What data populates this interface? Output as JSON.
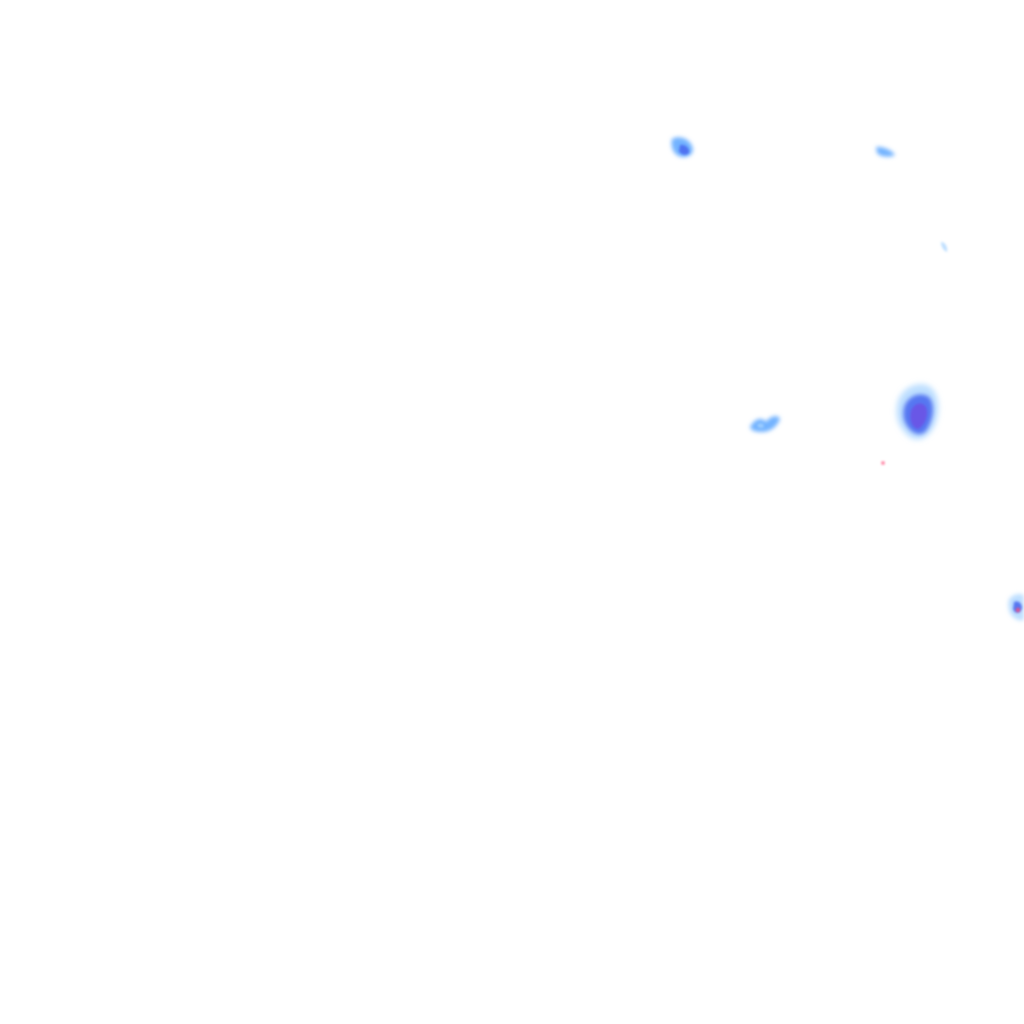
{
  "map": {
    "type": "precipitation-radar-overlay",
    "background_color": "#ffffff",
    "color_scale": {
      "light": "#a8d4ff",
      "moderate": "#5aa6ff",
      "heavy": "#4a6cf0",
      "intense": "#6a55e6",
      "extreme": "#ff4d7a"
    },
    "echoes": [
      {
        "name": "echo-1",
        "intensity": "moderate"
      },
      {
        "name": "echo-2",
        "intensity": "light"
      },
      {
        "name": "echo-3",
        "intensity": "light"
      },
      {
        "name": "echo-4",
        "intensity": "moderate"
      },
      {
        "name": "echo-5",
        "intensity": "intense"
      },
      {
        "name": "echo-6",
        "intensity": "extreme"
      },
      {
        "name": "echo-7",
        "intensity": "moderate"
      }
    ]
  }
}
